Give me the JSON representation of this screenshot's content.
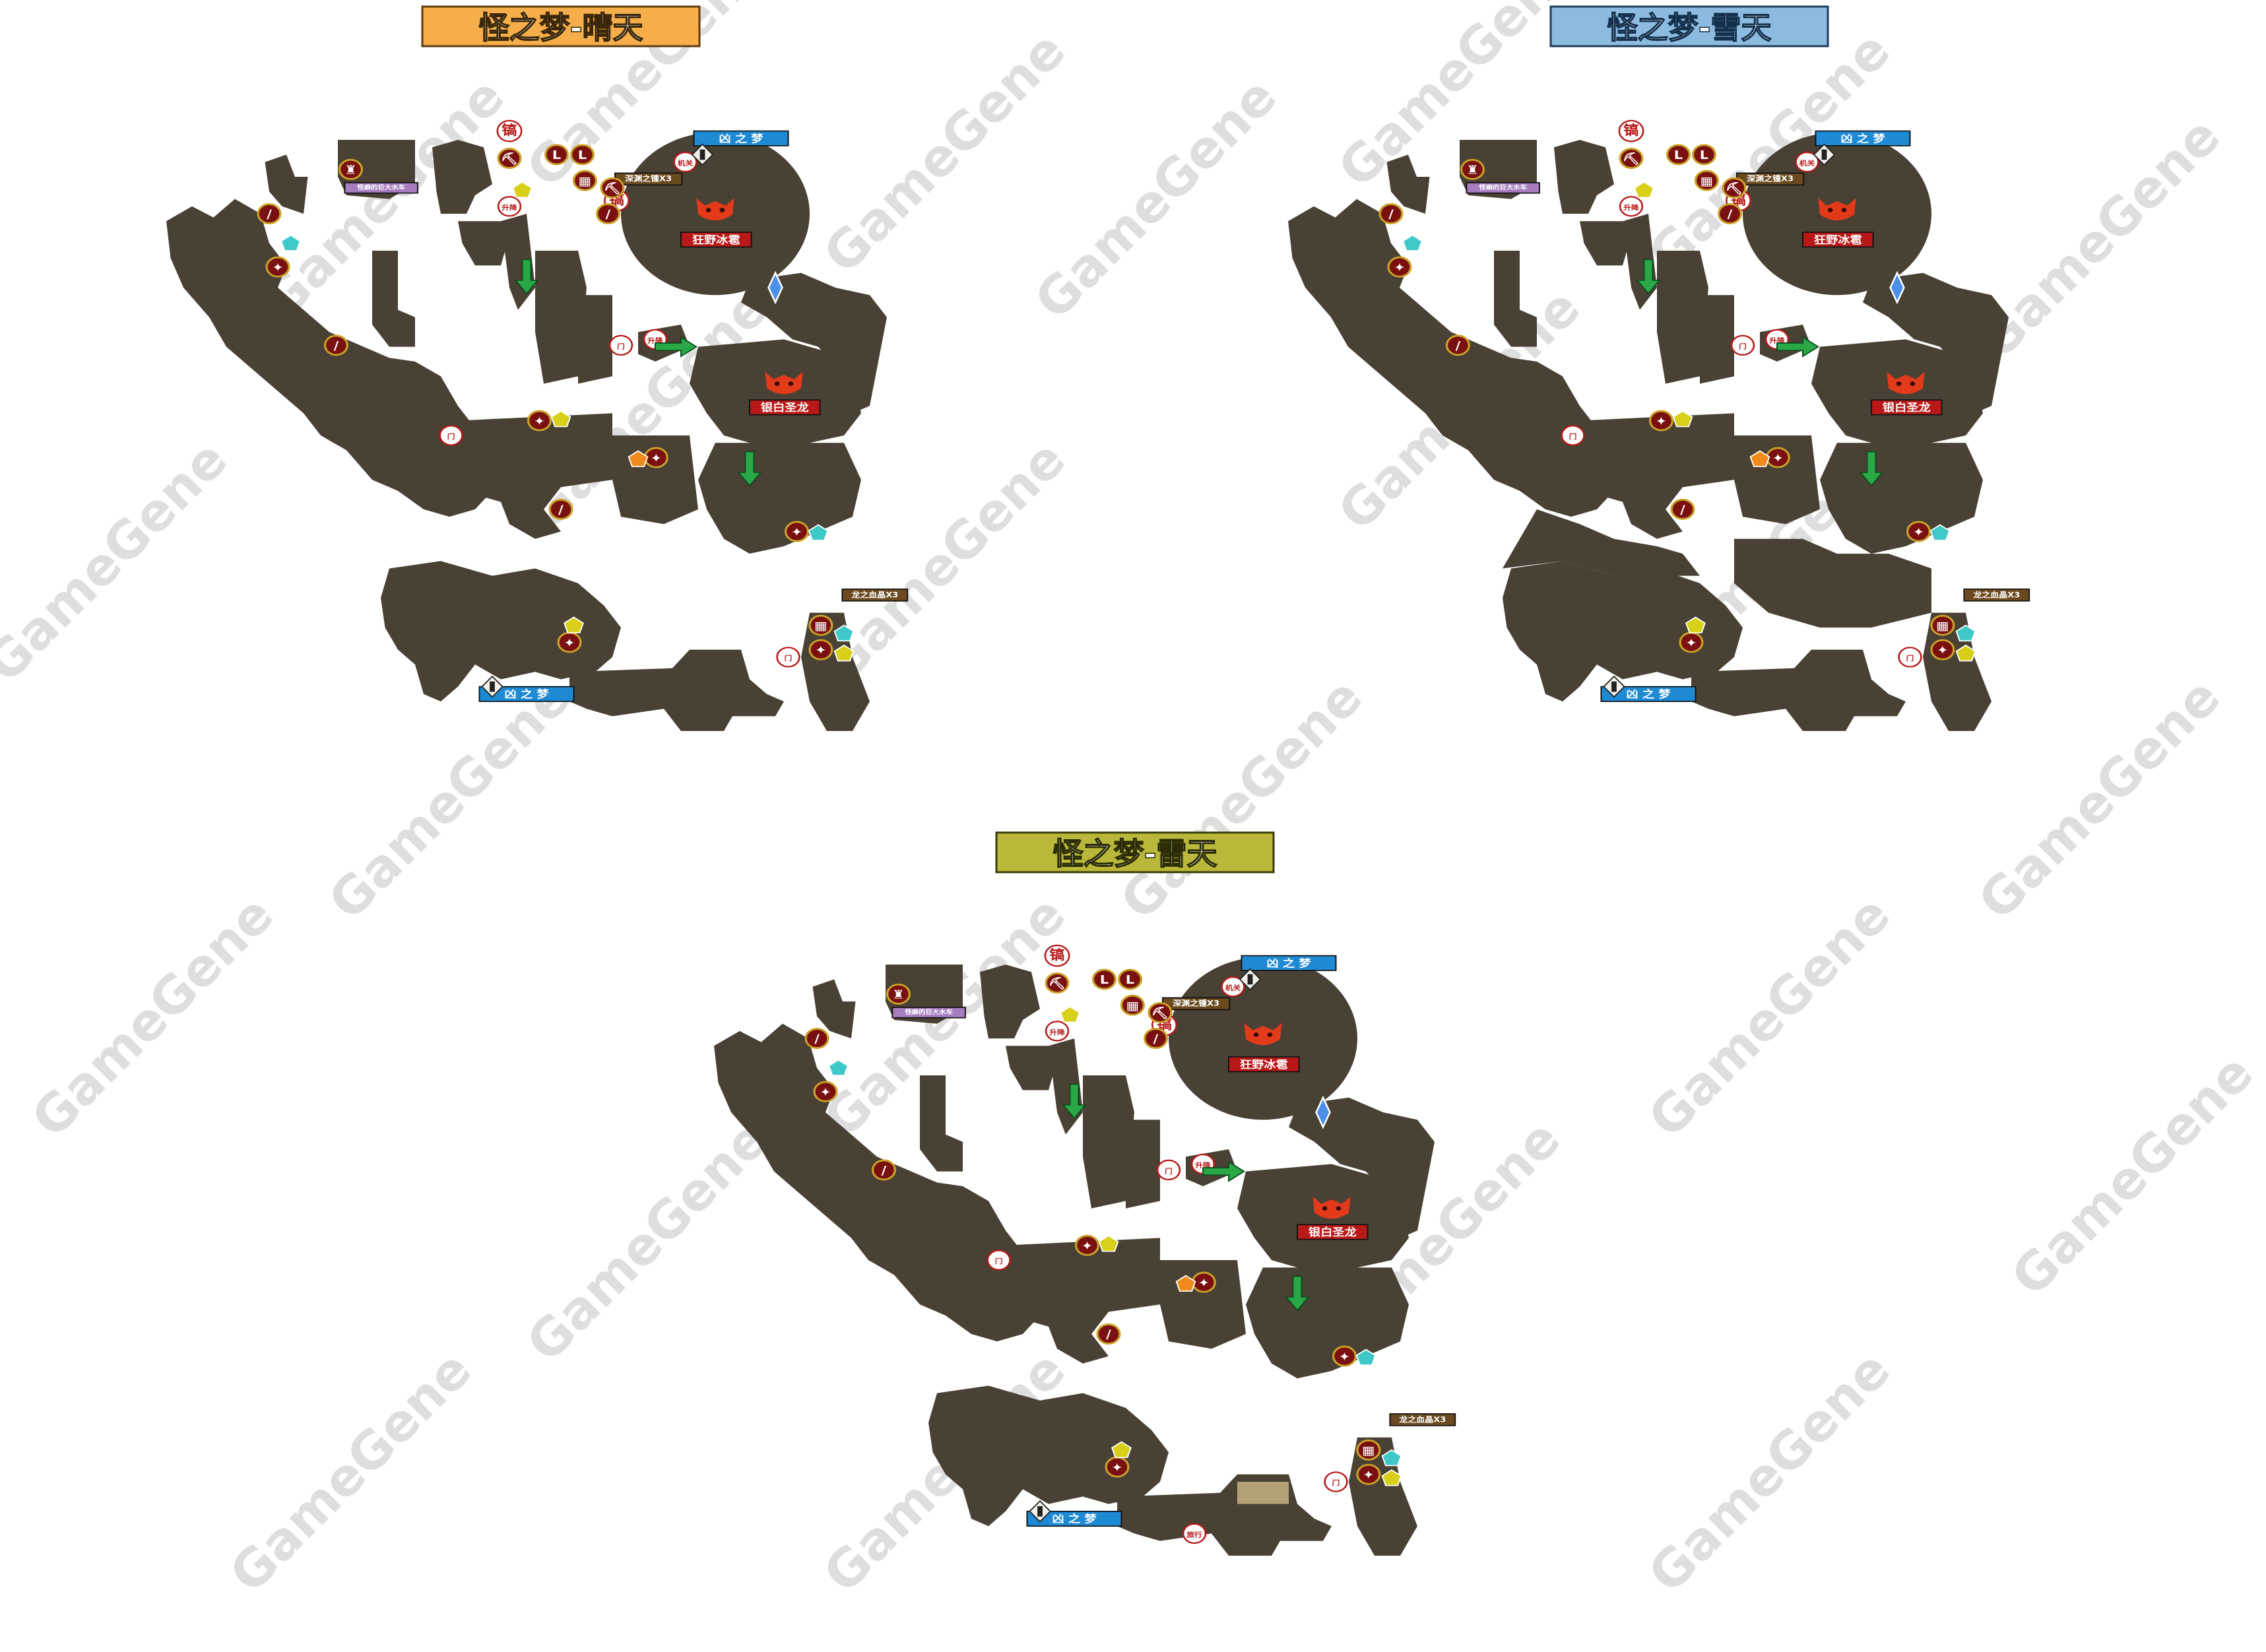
{
  "panels": [
    {
      "id": "sunny",
      "title": "怪之梦-晴天",
      "title_bg": "#f6ae4a",
      "labels": {
        "entry_top": "凶 之 梦",
        "entry_bottom": "凶 之 梦",
        "wheel": "怪癖的巨大水车",
        "abyss_bell": "深渊之锺X3",
        "dragon_blood": "龙之血晶X3",
        "boss_ice": "狂野冰雹",
        "boss_dragon": "银白圣龙",
        "pickaxe_a": "镐",
        "pickaxe_b": "镐",
        "lift": "升降",
        "lift_b": "升降",
        "gear": "机关",
        "door_a": "门",
        "door_b": "门",
        "door_c": "门"
      }
    },
    {
      "id": "snow",
      "title": "怪之梦-雪天",
      "title_bg": "#8dbbe0",
      "labels": {
        "entry_top": "凶 之 梦",
        "entry_bottom": "凶 之 梦",
        "wheel": "怪癖的巨大水车",
        "abyss_bell": "深渊之锺X3",
        "dragon_blood": "龙之血晶X3",
        "boss_ice": "狂野冰雹",
        "boss_dragon": "银白圣龙",
        "pickaxe_a": "镐",
        "pickaxe_b": "镐",
        "lift": "升降",
        "lift_b": "升降",
        "gear": "机关",
        "door_a": "门",
        "door_b": "门",
        "door_c": "门"
      }
    },
    {
      "id": "thunder",
      "title": "怪之梦-雷天",
      "title_bg": "#b9b83a",
      "labels": {
        "entry_top": "凶 之 梦",
        "entry_bottom": "凶 之 梦",
        "wheel": "怪癖的巨大水车",
        "abyss_bell": "深渊之锺X3",
        "dragon_blood": "龙之血晶X3",
        "boss_ice": "狂野冰雹",
        "boss_dragon": "银白圣龙",
        "pickaxe_a": "镐",
        "pickaxe_b": "镐",
        "lift": "升降",
        "lift_b": "升降",
        "gear": "机关",
        "door_a": "门",
        "door_b": "门",
        "door_c": "门",
        "travel": "旅行"
      }
    }
  ],
  "watermark": "GameGene",
  "colors": {
    "ground": "#4a4135",
    "boss_red": "#b81818",
    "icon_ring": "#c9a227",
    "icon_fill": "#7a1010",
    "entry_blue": "#1e8ad4",
    "wheel_purple": "#a77dc0",
    "item_brown": "#6b4a1f",
    "arrow_green": "#2aa847",
    "gem_cyan": "#3ec8c8",
    "gem_yellow": "#d8d018",
    "gem_orange": "#f08a1a",
    "crystal_blue": "#4b8fe8"
  },
  "icons": [
    "pickaxe-icon",
    "boot-icon",
    "treasure-chest-icon",
    "armor-icon",
    "sword-icon",
    "beast-icon",
    "lantern-icon",
    "gem-icon",
    "crystal-icon",
    "boss-face-icon",
    "arrow-icon"
  ]
}
